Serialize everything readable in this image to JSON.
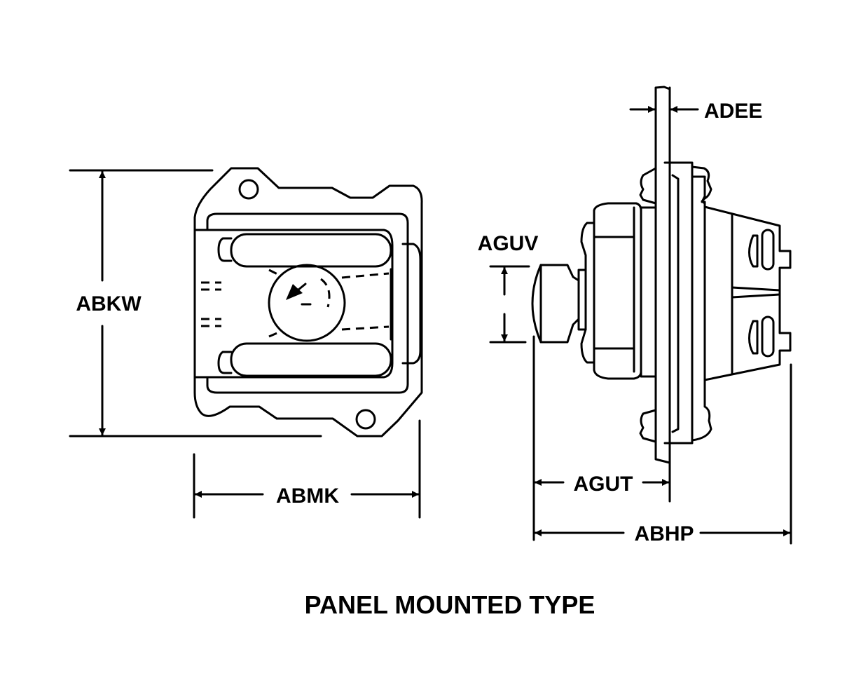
{
  "title": "PANEL MOUNTED TYPE",
  "dimensions": {
    "height": "ABKW",
    "width": "ABMK",
    "panel_thickness": "ADEE",
    "knob_diameter": "AGUV",
    "front_depth": "AGUT",
    "overall_depth": "ABHP"
  },
  "colors": {
    "line": "#000000",
    "background": "#ffffff"
  }
}
